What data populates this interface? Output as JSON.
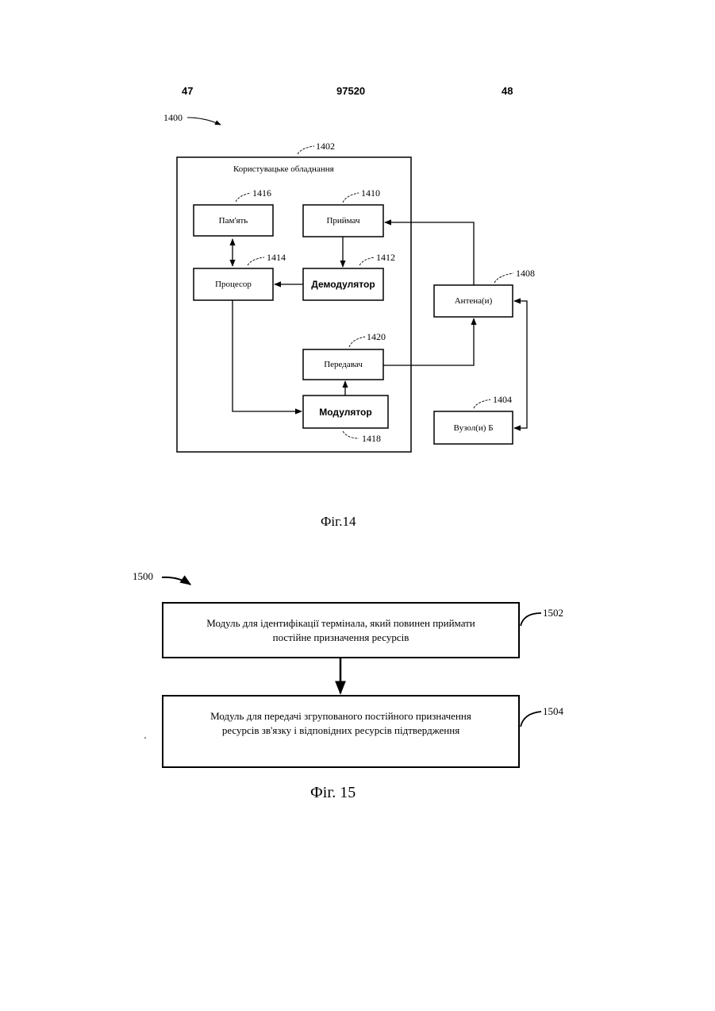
{
  "header": {
    "left_page": "47",
    "doc_number": "97520",
    "right_page": "48"
  },
  "fig14": {
    "ref": "1400",
    "container_ref": "1402",
    "container_title": "Користувацьке обладнання",
    "memory": {
      "label": "Пам'ять",
      "ref": "1416"
    },
    "receiver": {
      "label": "Приймач",
      "ref": "1410"
    },
    "processor": {
      "label": "Процесор",
      "ref": "1414"
    },
    "demodulator": {
      "label": "Демодулятор",
      "ref": "1412"
    },
    "transmitter": {
      "label": "Передавач",
      "ref": "1420"
    },
    "modulator": {
      "label": "Модулятор",
      "ref": "1418"
    },
    "antenna": {
      "label": "Антена(и)",
      "ref": "1408"
    },
    "nodeb": {
      "label": "Вузол(и) Б",
      "ref": "1404"
    },
    "caption": "Фіг.14"
  },
  "fig15": {
    "ref": "1500",
    "box1": {
      "line1": "Модуль для ідентифікації термінала, який повинен приймати",
      "line2": "постійне призначення ресурсів",
      "ref": "1502"
    },
    "box2": {
      "line1": "Модуль для передачі згрупованого постійного призначення",
      "line2": "ресурсів зв'язку і відповідних ресурсів підтвердження",
      "ref": "1504"
    },
    "caption": "Фіг. 15"
  }
}
